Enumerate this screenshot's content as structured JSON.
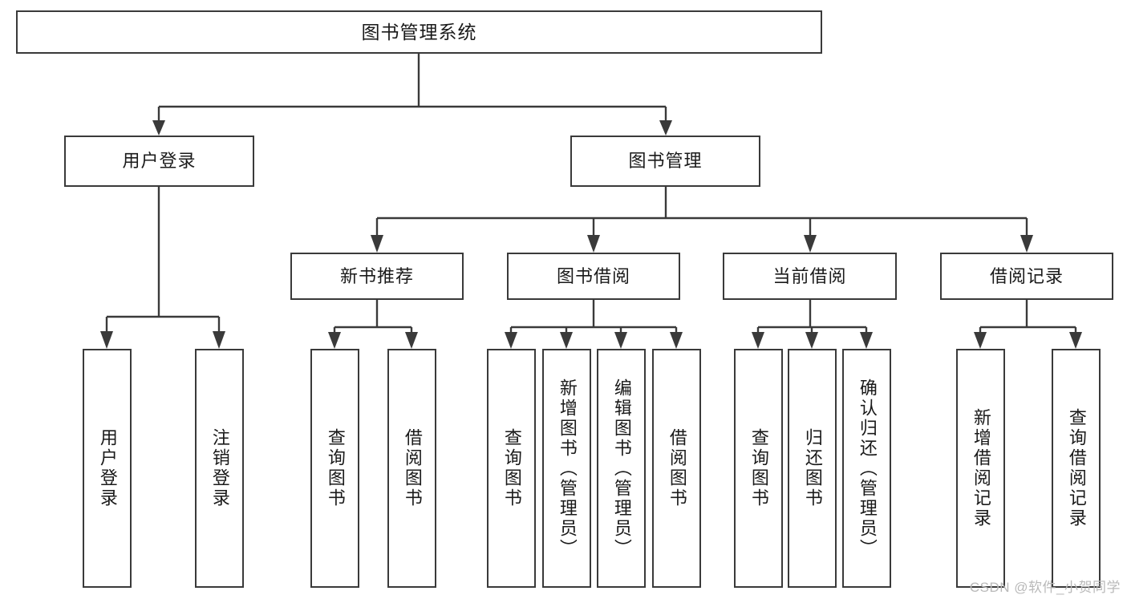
{
  "diagram": {
    "title": "图书管理系统",
    "root": {
      "label": "图书管理系统"
    },
    "level2": [
      {
        "label": "用户登录"
      },
      {
        "label": "图书管理"
      }
    ],
    "level3": [
      {
        "label": "新书推荐"
      },
      {
        "label": "图书借阅"
      },
      {
        "label": "当前借阅"
      },
      {
        "label": "借阅记录"
      }
    ],
    "leaves": {
      "user_login": [
        {
          "label": "用户登录"
        },
        {
          "label": "注销登录"
        }
      ],
      "new_book_recommend": [
        {
          "label": "查询图书"
        },
        {
          "label": "借阅图书"
        }
      ],
      "book_borrow": [
        {
          "label": "查询图书"
        },
        {
          "label": "新增图书（管理员）"
        },
        {
          "label": "编辑图书（管理员）"
        },
        {
          "label": "借阅图书"
        }
      ],
      "current_borrow": [
        {
          "label": "查询图书"
        },
        {
          "label": "归还图书"
        },
        {
          "label": "确认归还（管理员）"
        }
      ],
      "borrow_record": [
        {
          "label": "新增借阅记录"
        },
        {
          "label": "查询借阅记录"
        }
      ]
    }
  },
  "watermark": {
    "text": "CSDN @软件_小贺同学"
  },
  "colors": {
    "stroke": "#3a3a3a",
    "text": "#1a1a1a",
    "background": "#ffffff",
    "watermark": "#b9b9b9"
  }
}
